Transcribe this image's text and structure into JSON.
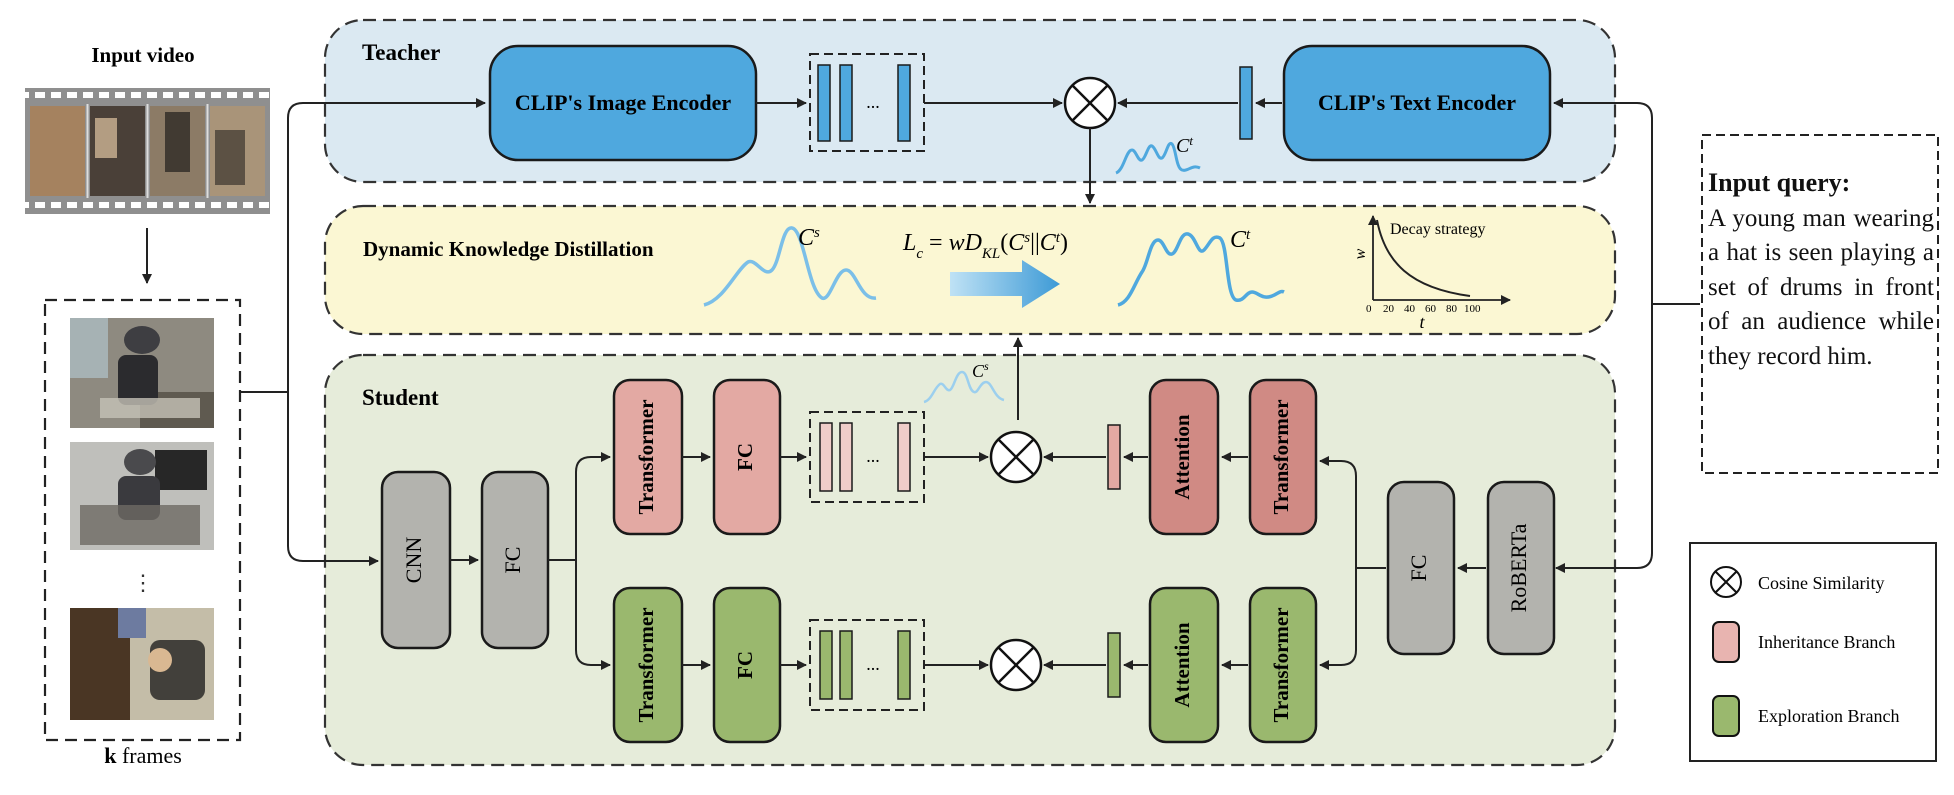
{
  "input_video": {
    "title": "Input video",
    "frames_bold": "k",
    "frames_rest": " frames",
    "ellipsis": "⋮"
  },
  "teacher": {
    "title": "Teacher",
    "image_encoder": "CLIP's Image Encoder",
    "text_encoder": "CLIP's Text Encoder",
    "curve_label": "Ct"
  },
  "distill": {
    "title": "Dynamic Knowledge Distillation",
    "student_curve_label": "Cs",
    "teacher_curve_label": "Ct",
    "loss_formula": "Lc = wDKL(Cs||Ct)",
    "decay": {
      "title": "Decay strategy",
      "y_label": "w",
      "x_label": "t",
      "ticks": [
        "0",
        "20",
        "40",
        "60",
        "80",
        "100"
      ]
    }
  },
  "student": {
    "title": "Student",
    "cnn": "CNN",
    "fc": "FC",
    "transformer": "Transformer",
    "attention": "Attention",
    "roberta": "RoBERTa",
    "curve_label": "Cs",
    "dots": "..."
  },
  "query": {
    "title": "Input query:",
    "text": "A young man wearing a hat is seen playing a set of drums in front of an audience while they record him."
  },
  "legend": {
    "items": [
      {
        "label": "Cosine Similarity",
        "symbol": "circle-x"
      },
      {
        "label": "Inheritance Branch",
        "color": "#e8b4b0"
      },
      {
        "label": "Exploration Branch",
        "color": "#9ab86e"
      }
    ]
  },
  "colors": {
    "teacher_bg": "#dbe9f2",
    "distill_bg": "#fbf7d3",
    "student_bg": "#e6ecda",
    "clip_blue": "#4fa8de",
    "inherit_red": "#e3a9a3",
    "explore_green": "#9ab86e",
    "gray_block": "#b3b3ae"
  }
}
